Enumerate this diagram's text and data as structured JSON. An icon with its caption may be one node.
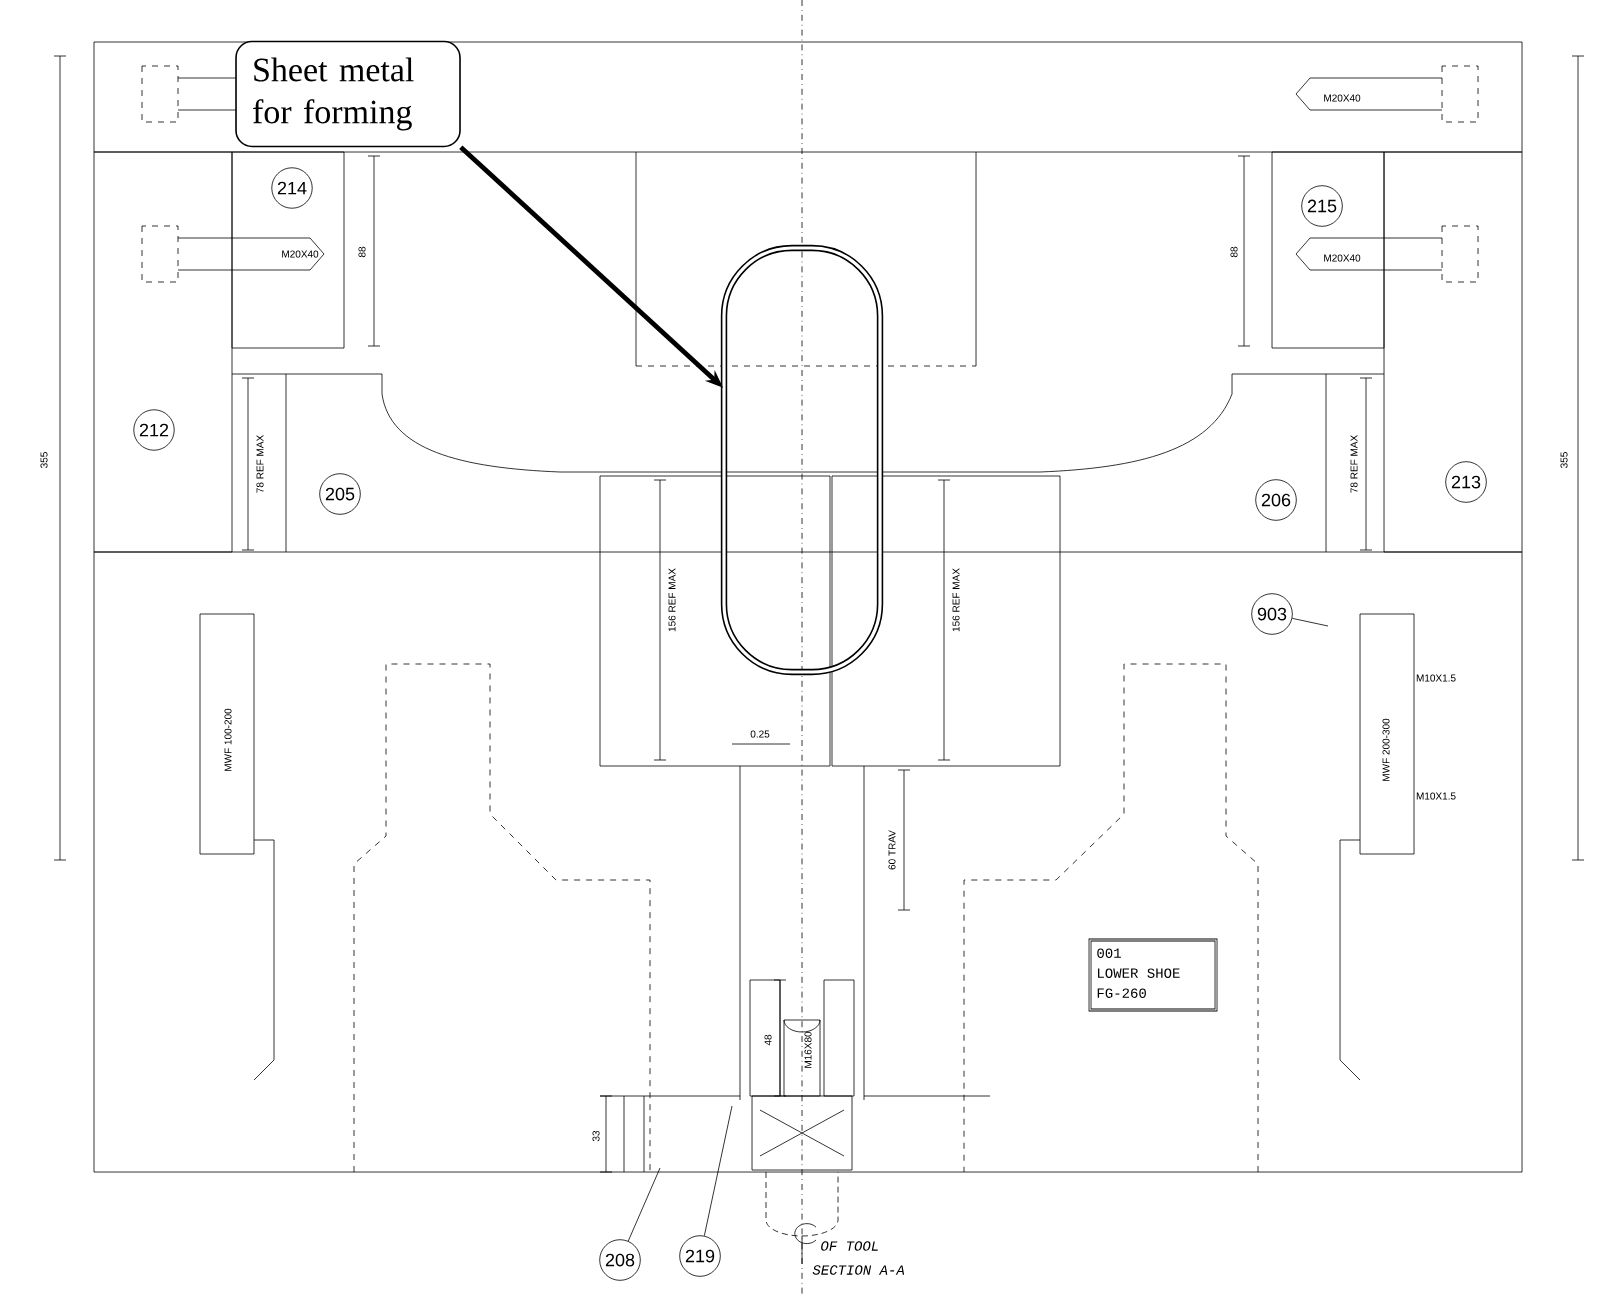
{
  "diagram": {
    "nodes": [
      {
        "text": [
          "Sheet metal for forming"
        ]
      },
      {
        "text": [],
        "shape": "oval"
      },
      {
        "text": [
          "214"
        ]
      },
      {
        "text": [
          "215"
        ]
      },
      {
        "text": [
          "212"
        ]
      },
      {
        "text": [
          "205"
        ]
      },
      {
        "text": [
          "206"
        ]
      },
      {
        "text": [
          "213"
        ]
      },
      {
        "text": [
          "903"
        ]
      },
      {
        "text": [
          "208"
        ]
      },
      {
        "text": [
          "219"
        ]
      }
    ],
    "edges": [
      {
        "from": 0,
        "to": 1,
        "arrow": "to",
        "style": "thick"
      },
      {
        "from": 8,
        "to": null,
        "arrow": "none"
      },
      {
        "from": 9,
        "to": null,
        "arrow": "none"
      },
      {
        "from": 10,
        "to": null,
        "arrow": "none"
      }
    ],
    "labels": [
      "355",
      "88",
      "78 REF MAX",
      "M20X40",
      "M20X40",
      "M20X40",
      "88",
      "78 REF MAX",
      "355",
      "156 REF MAX",
      "156 REF MAX",
      "0.25",
      "MWF 100-200",
      "MWF 200-300",
      "M10X1.5",
      "M10X1.5",
      "60 TRAV",
      "48",
      "M16X80",
      "33",
      "001",
      "LOWER SHOE",
      "FG-260",
      "OF TOOL",
      "SECTION A-A"
    ]
  }
}
